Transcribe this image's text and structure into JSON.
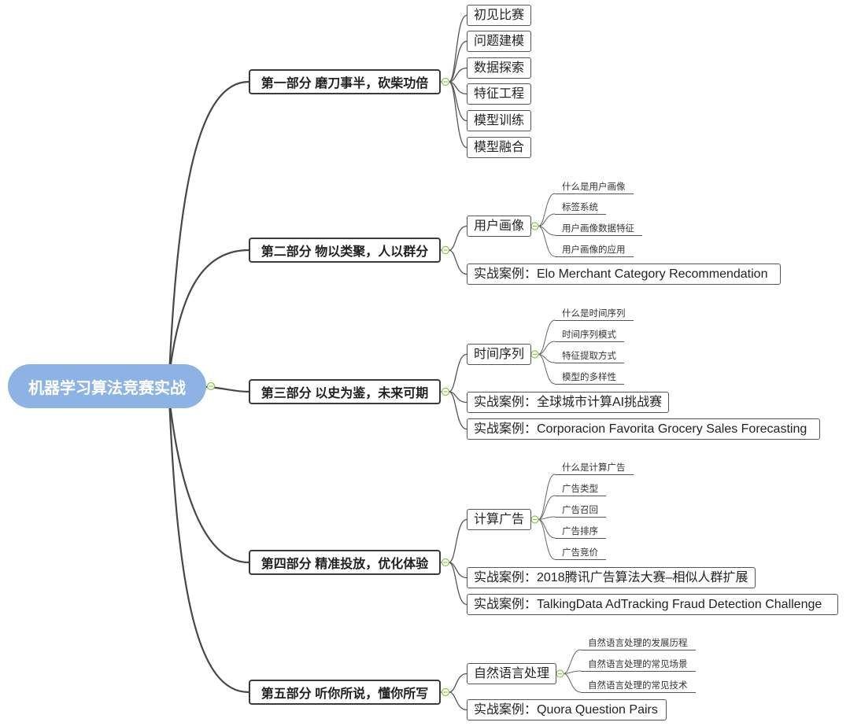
{
  "theme": {
    "root_fill": "#8cb3e3",
    "toggle_stroke": "#8bc34a",
    "line_color": "#474747"
  },
  "root": {
    "label": "机器学习算法竞赛实战"
  },
  "parts": [
    {
      "label": "第一部分 磨刀事半，砍柴功倍",
      "children": [
        {
          "label": "初见比赛"
        },
        {
          "label": "问题建模"
        },
        {
          "label": "数据探索"
        },
        {
          "label": "特征工程"
        },
        {
          "label": "模型训练"
        },
        {
          "label": "模型融合"
        }
      ]
    },
    {
      "label": "第二部分 物以类聚，人以群分",
      "children": [
        {
          "label": "用户画像",
          "children": [
            "什么是用户画像",
            "标签系统",
            "用户画像数据特征",
            "用户画像的应用"
          ]
        },
        {
          "label": "实战案例：Elo Merchant Category Recommendation"
        }
      ]
    },
    {
      "label": "第三部分 以史为鉴，未来可期",
      "children": [
        {
          "label": "时间序列",
          "children": [
            "什么是时间序列",
            "时间序列模式",
            "特征提取方式",
            "模型的多样性"
          ]
        },
        {
          "label": "实战案例：全球城市计算AI挑战赛"
        },
        {
          "label": "实战案例：Corporacion Favorita Grocery Sales Forecasting"
        }
      ]
    },
    {
      "label": "第四部分 精准投放，优化体验",
      "children": [
        {
          "label": "计算广告",
          "children": [
            "什么是计算广告",
            "广告类型",
            "广告召回",
            "广告排序",
            "广告竞价"
          ]
        },
        {
          "label": "实战案例：2018腾讯广告算法大赛–相似人群扩展"
        },
        {
          "label": "实战案例：TalkingData AdTracking Fraud Detection Challenge"
        }
      ]
    },
    {
      "label": "第五部分 听你所说，懂你所写",
      "children": [
        {
          "label": "自然语言处理",
          "children": [
            "自然语言处理的发展历程",
            "自然语言处理的常见场景",
            "自然语言处理的常见技术"
          ]
        },
        {
          "label": "实战案例：Quora Question Pairs"
        }
      ]
    }
  ]
}
